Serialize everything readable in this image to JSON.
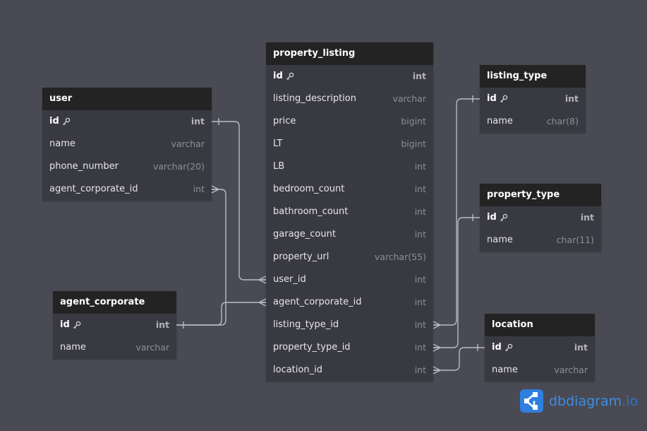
{
  "tables": [
    {
      "id": "user",
      "name": "user",
      "fields": [
        {
          "name": "id",
          "type": "int",
          "pk": true
        },
        {
          "name": "name",
          "type": "varchar"
        },
        {
          "name": "phone_number",
          "type": "varchar(20)"
        },
        {
          "name": "agent_corporate_id",
          "type": "int"
        }
      ]
    },
    {
      "id": "property_listing",
      "name": "property_listing",
      "fields": [
        {
          "name": "id",
          "type": "int",
          "pk": true
        },
        {
          "name": "listing_description",
          "type": "varchar"
        },
        {
          "name": "price",
          "type": "bigint"
        },
        {
          "name": "LT",
          "type": "bigint"
        },
        {
          "name": "LB",
          "type": "int"
        },
        {
          "name": "bedroom_count",
          "type": "int"
        },
        {
          "name": "bathroom_count",
          "type": "int"
        },
        {
          "name": "garage_count",
          "type": "int"
        },
        {
          "name": "property_url",
          "type": "varchar(55)"
        },
        {
          "name": "user_id",
          "type": "int"
        },
        {
          "name": "agent_corporate_id",
          "type": "int"
        },
        {
          "name": "listing_type_id",
          "type": "int"
        },
        {
          "name": "property_type_id",
          "type": "int"
        },
        {
          "name": "location_id",
          "type": "int"
        }
      ]
    },
    {
      "id": "listing_type",
      "name": "listing_type",
      "fields": [
        {
          "name": "id",
          "type": "int",
          "pk": true
        },
        {
          "name": "name",
          "type": "char(8)"
        }
      ]
    },
    {
      "id": "property_type",
      "name": "property_type",
      "fields": [
        {
          "name": "id",
          "type": "int",
          "pk": true
        },
        {
          "name": "name",
          "type": "char(11)"
        }
      ]
    },
    {
      "id": "agent_corporate",
      "name": "agent_corporate",
      "fields": [
        {
          "name": "id",
          "type": "int",
          "pk": true
        },
        {
          "name": "name",
          "type": "varchar"
        }
      ]
    },
    {
      "id": "location",
      "name": "location",
      "fields": [
        {
          "name": "id",
          "type": "int",
          "pk": true
        },
        {
          "name": "name",
          "type": "varchar"
        }
      ]
    }
  ],
  "relations": [
    {
      "from": "user.id",
      "to": "property_listing.user_id"
    },
    {
      "from": "agent_corporate.id",
      "to": "user.agent_corporate_id"
    },
    {
      "from": "agent_corporate.id",
      "to": "property_listing.agent_corporate_id"
    },
    {
      "from": "listing_type.id",
      "to": "property_listing.listing_type_id"
    },
    {
      "from": "property_type.id",
      "to": "property_listing.property_type_id"
    },
    {
      "from": "location.id",
      "to": "property_listing.location_id"
    }
  ],
  "brand": {
    "name": "dbdiagram",
    "tld": ".io",
    "accent": "#3d8fe0"
  },
  "colors": {
    "background": "#4a4a54",
    "table_body": "#393941",
    "table_header": "#232323",
    "line": "#b9b9c2"
  }
}
